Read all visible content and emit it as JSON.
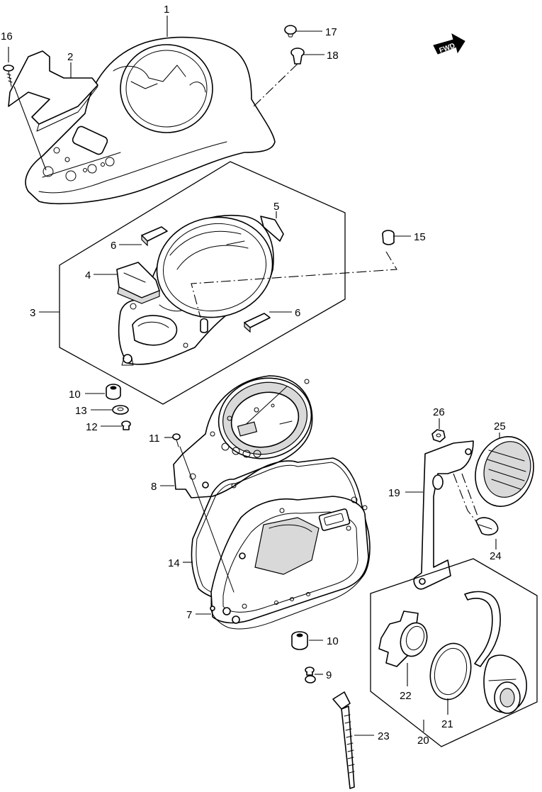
{
  "diagram": {
    "fwd_label": "FWD",
    "labels": {
      "p1": "1",
      "p2": "2",
      "p3": "3",
      "p4": "4",
      "p5": "5",
      "p6a": "6",
      "p6b": "6",
      "p7": "7",
      "p8": "8",
      "p9": "9",
      "p10a": "10",
      "p10b": "10",
      "p11": "11",
      "p12": "12",
      "p13": "13",
      "p14": "14",
      "p15": "15",
      "p16": "16",
      "p17": "17",
      "p18": "18",
      "p19": "19",
      "p20": "20",
      "p21": "21",
      "p22": "22",
      "p23": "23",
      "p24": "24",
      "p25": "25",
      "p26": "26"
    }
  }
}
